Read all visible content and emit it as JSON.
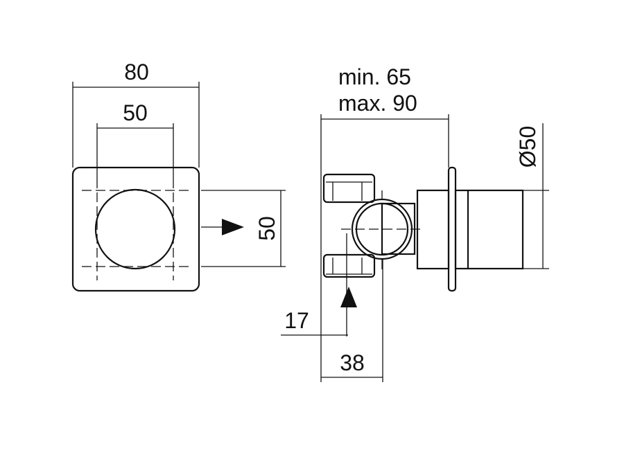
{
  "front_view": {
    "dim_overall_width": "80",
    "dim_hole_spacing": "50",
    "dim_hole_vertical": "50"
  },
  "side_view": {
    "dim_depth_min": "min. 65",
    "dim_depth_max": "max. 90",
    "dim_diameter": "Ø50",
    "dim_offset": "17",
    "dim_body": "38"
  }
}
